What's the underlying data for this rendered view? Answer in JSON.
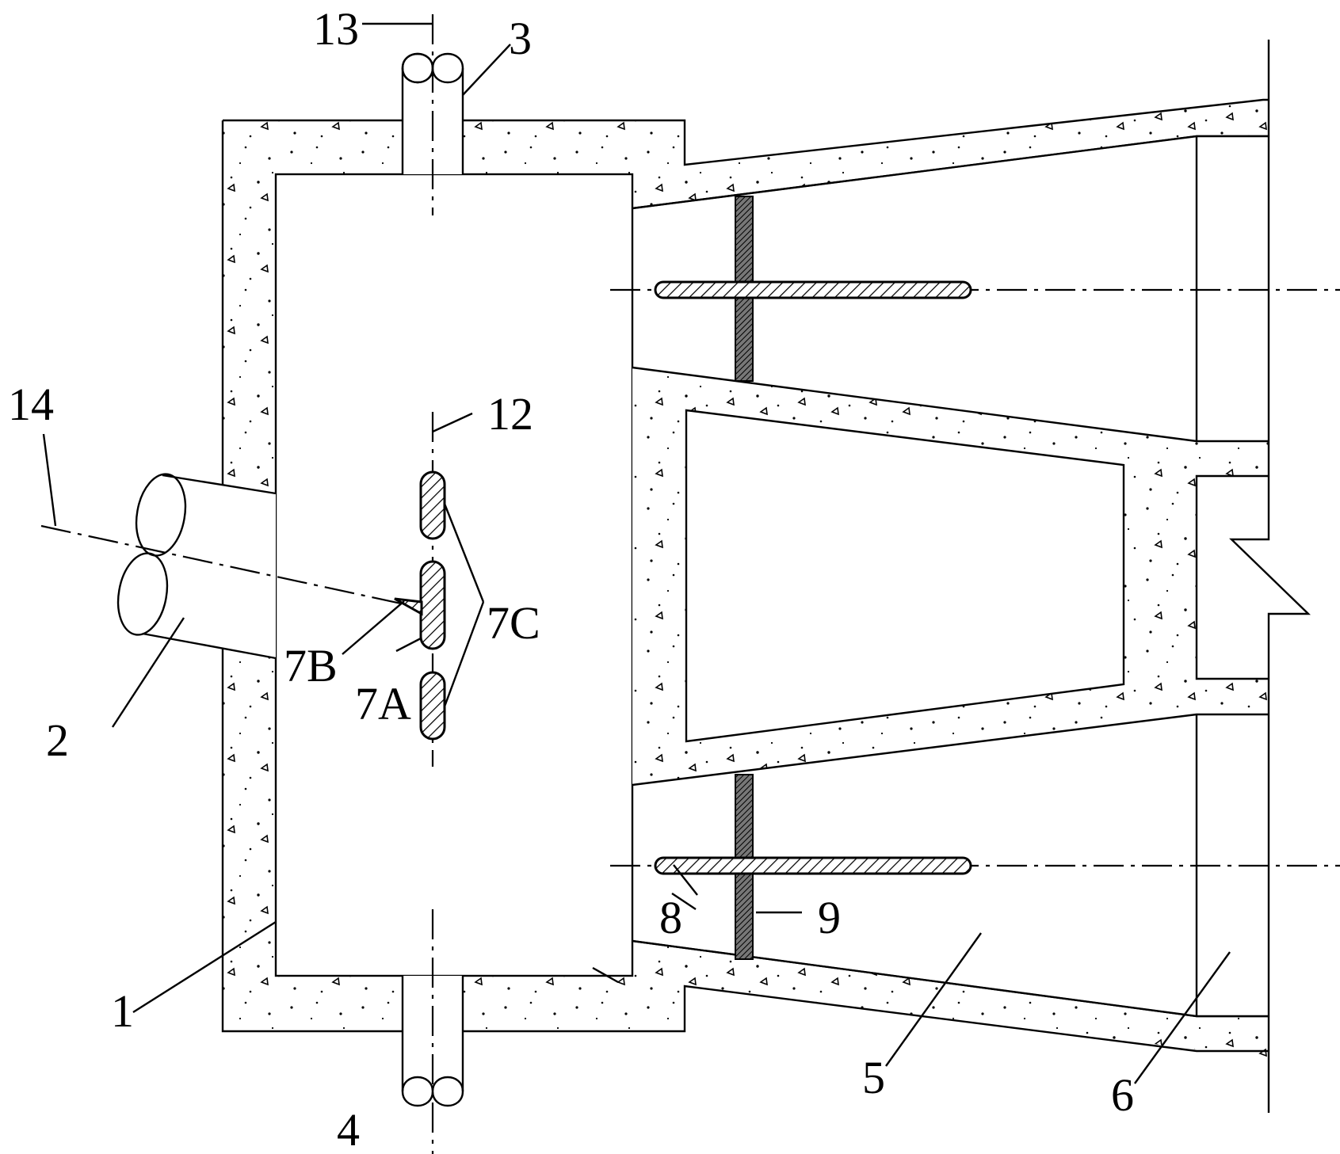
{
  "labels": {
    "l1": "1",
    "l2": "2",
    "l3": "3",
    "l4": "4",
    "l5": "5",
    "l6": "6",
    "l7A": "7A",
    "l7B": "7B",
    "l7C": "7C",
    "l8": "8",
    "l9": "9",
    "l12": "12",
    "l13": "13",
    "l14": "14"
  }
}
